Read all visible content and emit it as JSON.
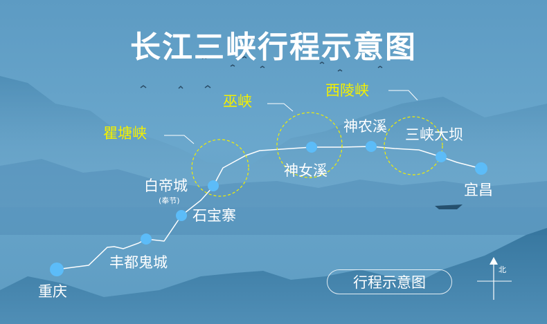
{
  "title": "长江三峡行程示意图",
  "gorges": [
    {
      "name": "瞿塘峡"
    },
    {
      "name": "巫峡"
    },
    {
      "name": "西陵峡"
    }
  ],
  "places": {
    "chongqing": "重庆",
    "fengdu": "丰都鬼城",
    "shibaozhai": "石宝寨",
    "baidicheng": "白帝城",
    "fengjie": "(奉节)",
    "shennvxi": "神女溪",
    "shennongxi": "神农溪",
    "sanxia_dam": "三峡大坝",
    "yichang": "宜昌"
  },
  "legend_label": "行程示意图",
  "compass_label": "北",
  "colors": {
    "route_dot": "#5cbcf8",
    "gorge_text": "#f4f000",
    "route_line": "#ffffff"
  }
}
